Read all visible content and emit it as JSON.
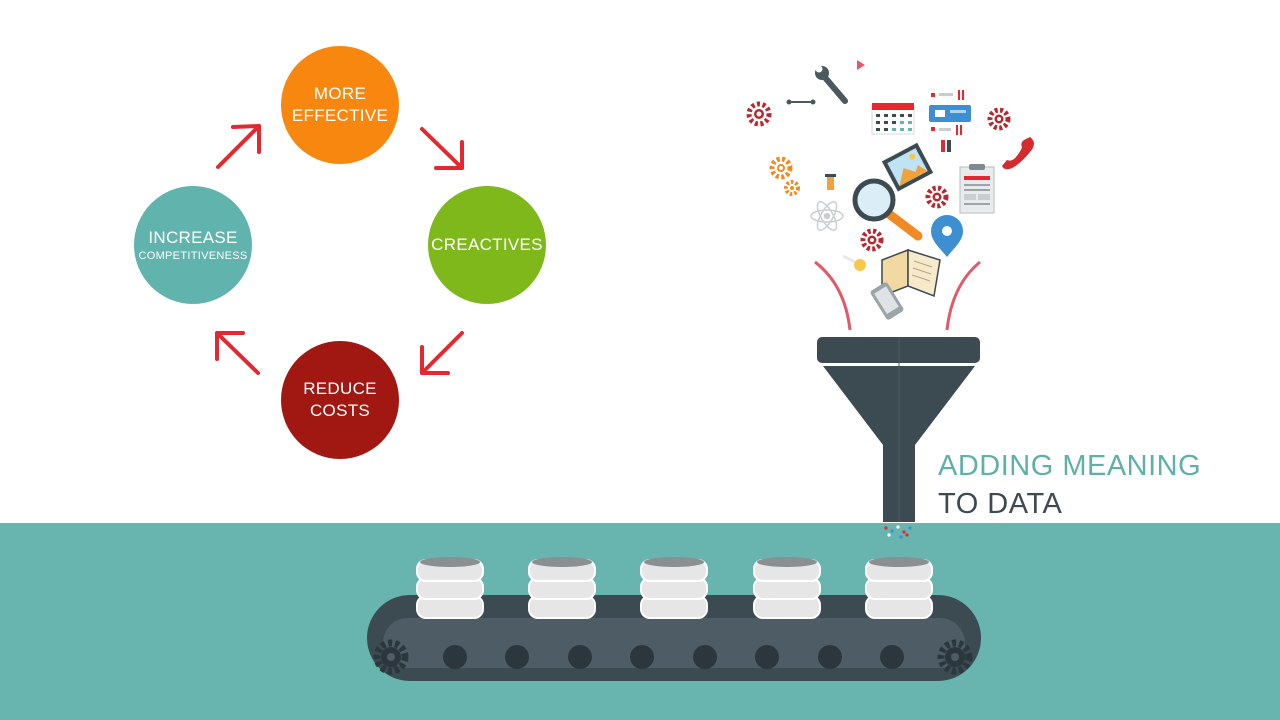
{
  "cycle": {
    "top": {
      "lines": [
        "MORE",
        "EFFECTIVE"
      ]
    },
    "right": {
      "lines": [
        "CREACTIVES"
      ]
    },
    "bottom": {
      "lines": [
        "REDUCE",
        "COSTS"
      ]
    },
    "left": {
      "line1": "INCREASE",
      "line2": "COMPETITIVENESS"
    }
  },
  "tagline": {
    "line1": "ADDING MEANING",
    "line2": "TO DATA"
  },
  "colors": {
    "orange": "#f7870f",
    "green": "#7eb81a",
    "red": "#a11711",
    "teal": "#61b4ad",
    "arrow": "#e3282f",
    "band": "#67b5ae",
    "dark": "#3c4a52"
  }
}
